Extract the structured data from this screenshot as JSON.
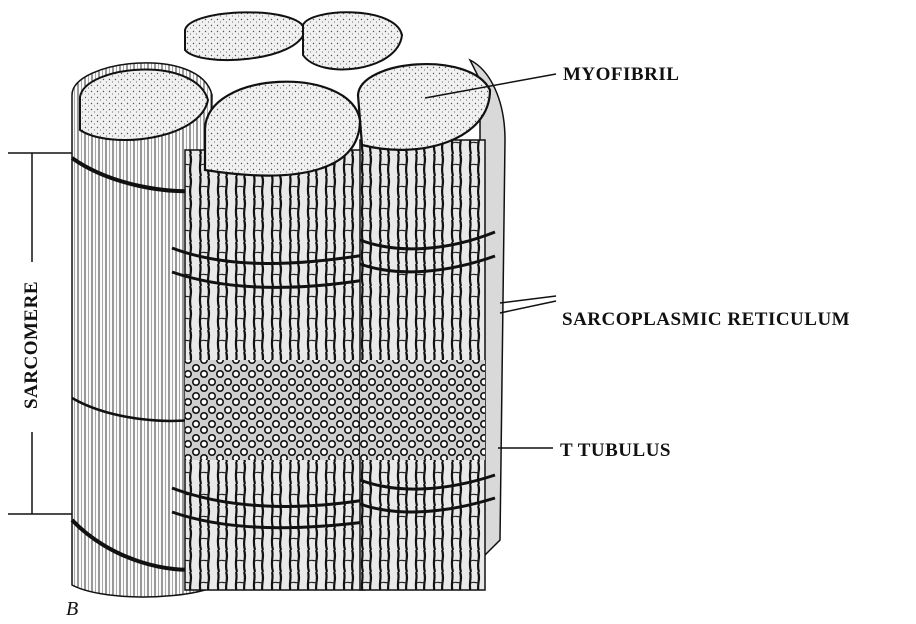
{
  "labels": {
    "myofibril": "MYOFIBRIL",
    "sarcoplasmic_reticulum": "SARCOPLASMIC RETICULUM",
    "t_tubulus": "T TUBULUS",
    "sarcomere": "SARCOMERE"
  },
  "panel_letter": "B",
  "colors": {
    "ink": "#111111",
    "paper": "#ffffff",
    "stipple": "#e6e6e6"
  }
}
